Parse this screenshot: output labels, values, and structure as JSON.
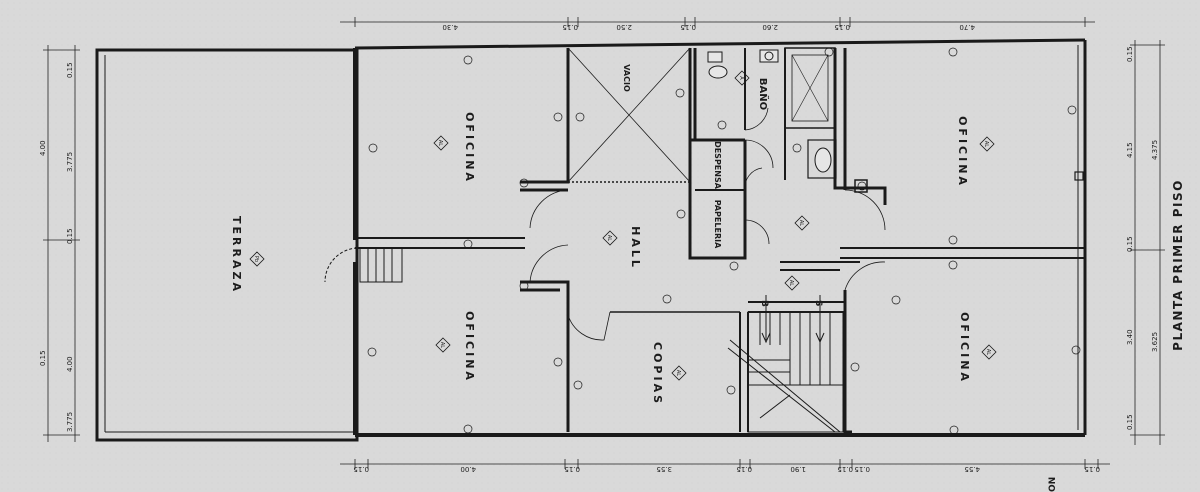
{
  "sheet_title": "PLANTA PRIMER PISO",
  "rooms": {
    "terraza": "TERRAZA",
    "oficina_top_left": "OFICINA",
    "oficina_bottom_left": "OFICINA",
    "oficina_top_right": "OFICINA",
    "oficina_bottom_right": "OFICINA",
    "hall": "HALL",
    "copias": "COPIAS",
    "vacio": "VACIO",
    "bano": "BAÑO",
    "despensa": "DESPENSA",
    "papeleria": "PAPELERIA"
  },
  "finish_tags": {
    "piso_terraza": "Pb",
    "al": "AL",
    "a": "A"
  },
  "stairs": {
    "down": "B",
    "up": "S"
  },
  "dims_top": [
    "4.30",
    "0.15",
    "2.50",
    "0.15",
    "2.60",
    "0.15",
    "4.70"
  ],
  "dims_bottom": [
    "0.15",
    "4.00",
    "0.15",
    "3.55",
    "0.15",
    "1.90",
    "0.15",
    "0.15",
    "4.55",
    "0.15"
  ],
  "dims_left": [
    "0.15",
    "4.00",
    "3.775",
    "0.15",
    "0.15",
    "4.00",
    "3.775",
    "0.15"
  ],
  "dims_right": [
    "0.15",
    "4.15",
    "4.375",
    "0.15",
    "3.40",
    "3.625",
    "0.15"
  ],
  "edge_fragment": "ON"
}
